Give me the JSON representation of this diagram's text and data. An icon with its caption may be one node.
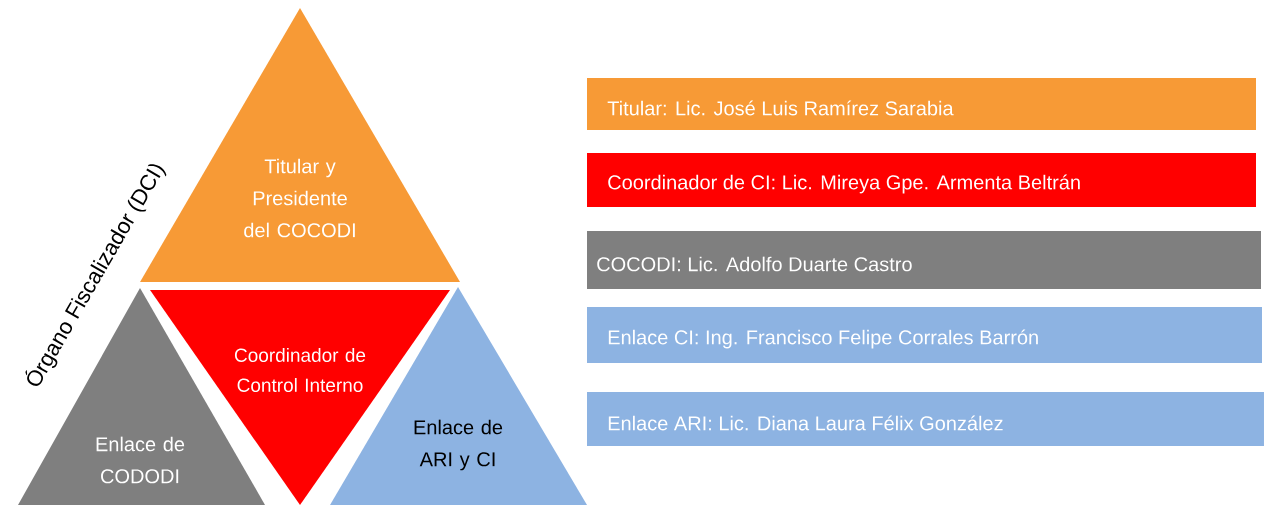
{
  "diagram": {
    "nodes": [
      {
        "text": [
          "Titular y Presidente del COCODI"
        ]
      },
      {
        "text": [
          "Enlace de CODODI"
        ]
      },
      {
        "text": [
          "Coordinador de Control Interno"
        ]
      },
      {
        "text": [
          "Enlace de ARI y CI"
        ]
      },
      {
        "text": [
          "Titular: Lic. José Luis Ramírez Sarabia"
        ]
      },
      {
        "text": [
          "Coordinador de CI: Lic. Mireya Gpe. Armenta Beltrán"
        ]
      },
      {
        "text": [
          "COCODI: Lic. Adolfo Duarte Castro"
        ]
      },
      {
        "text": [
          "Enlace CI: Ing. Francisco Felipe Corrales  Barrón"
        ]
      },
      {
        "text": [
          "Enlace ARI: Lic. Diana Laura Félix González"
        ]
      }
    ],
    "labels": [
      "Órgano Fiscalizador (DCI)"
    ]
  }
}
